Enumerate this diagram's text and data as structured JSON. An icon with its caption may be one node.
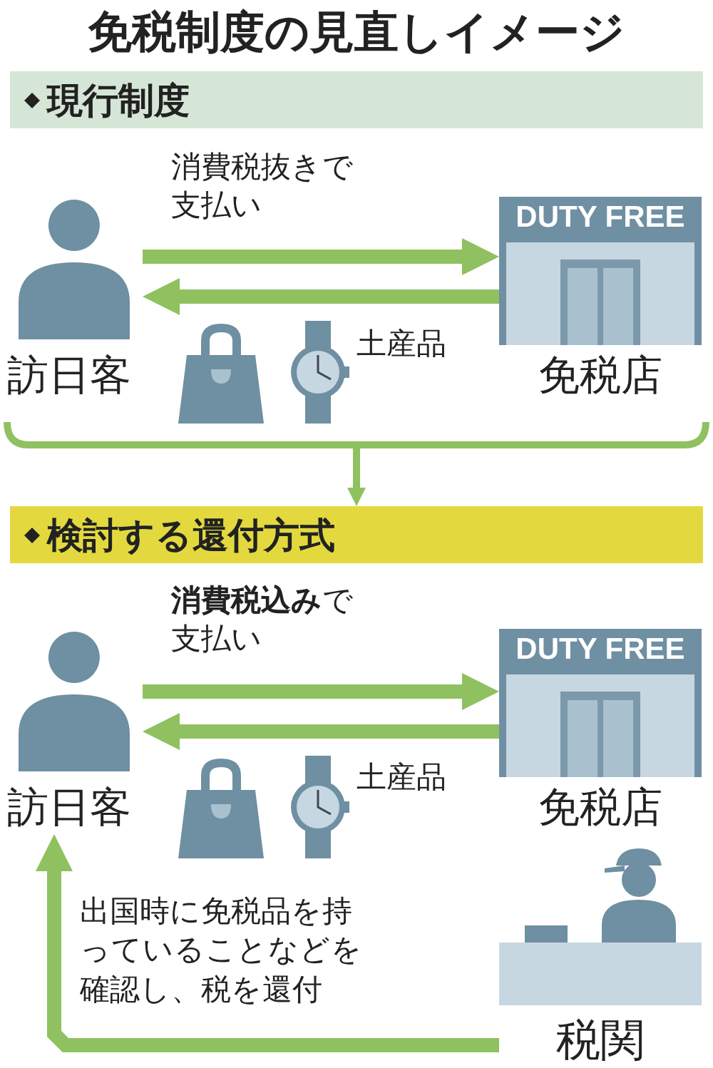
{
  "diagram": {
    "title": "免税制度の見直しイメージ",
    "nodes": [
      {
        "text": [
          "現行制度"
        ]
      },
      {
        "text": [
          "訪日客"
        ]
      },
      {
        "text": [
          "DUTY FREE",
          "免税店"
        ]
      },
      {
        "text": [
          "検討する還付方式"
        ]
      },
      {
        "text": [
          "訪日客"
        ]
      },
      {
        "text": [
          "DUTY FREE",
          "免税店"
        ]
      },
      {
        "text": [
          "税関"
        ]
      }
    ],
    "edges": [
      {
        "from": 1,
        "to": 2,
        "arrow": "to",
        "label": "消費税抜きで支払い"
      },
      {
        "from": 2,
        "to": 1,
        "arrow": "to",
        "label": "土産品"
      },
      {
        "from": null,
        "to": 3,
        "arrow": "to"
      },
      {
        "from": 4,
        "to": 5,
        "arrow": "to",
        "label": "**消費税込み**で支払い"
      },
      {
        "from": 5,
        "to": 4,
        "arrow": "to",
        "label": "土産品"
      },
      {
        "from": 6,
        "to": 4,
        "arrow": "to",
        "label": "出国時に免税品を持っていることなどを確認し、税を還付"
      }
    ]
  }
}
